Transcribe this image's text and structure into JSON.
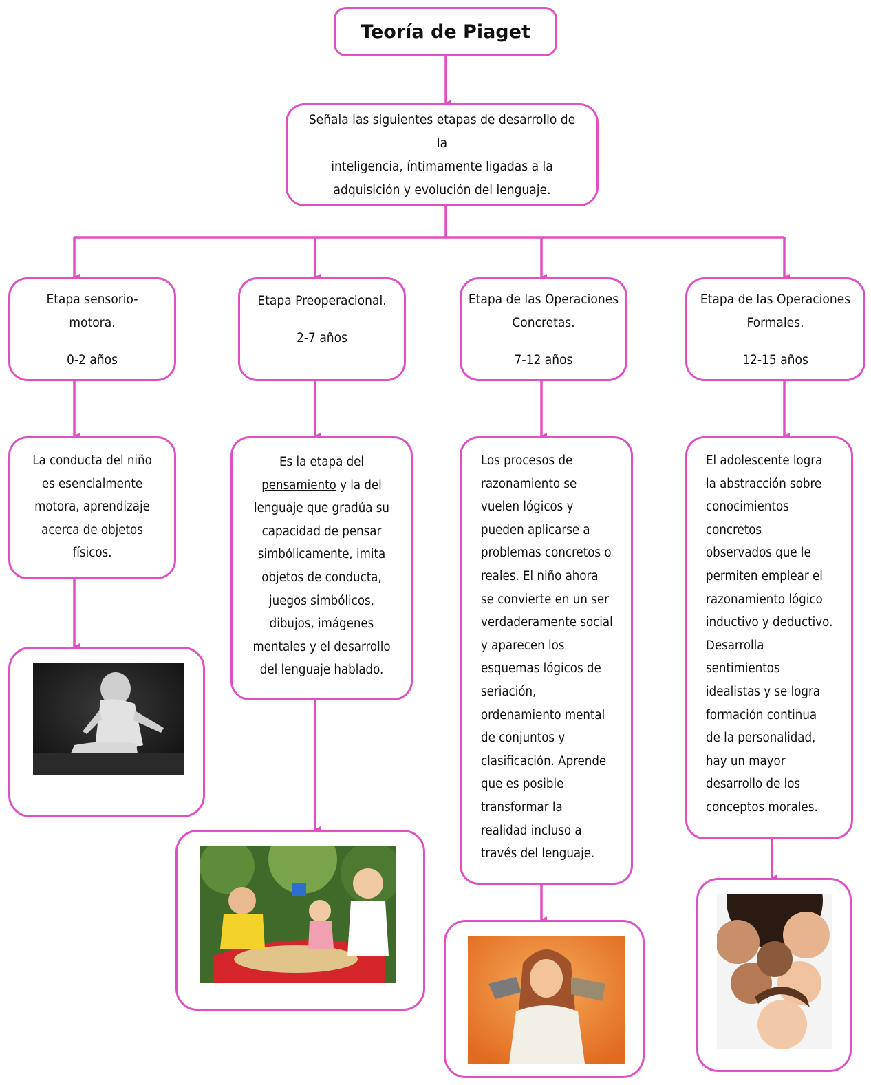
{
  "accent_color": "#e04fc4",
  "title": "Teoría de Piaget",
  "intro_lines": [
    "Señala las siguientes etapas de desarrollo de la",
    "inteligencia, íntimamente ligadas a la",
    "adquisición y evolución del lenguaje."
  ],
  "stages": [
    {
      "name_lines": [
        "Etapa sensorio-",
        "motora."
      ],
      "age": "0-2 años",
      "desc_lines": [
        "La conducta del niño",
        "es esencialmente",
        "motora, aprendizaje",
        "acerca de objetos",
        "físicos."
      ],
      "photo": "baby-sitting-photo"
    },
    {
      "name_lines": [
        "Etapa Preoperacional."
      ],
      "age": "2-7 años",
      "desc_lines": [
        "Es la etapa del",
        "pensamiento y la del",
        "lenguaje que gradúa su",
        "capacidad de pensar",
        "simbólicamente, imita",
        "objetos de conducta,",
        "juegos simbólicos,",
        "dibujos, imágenes",
        "mentales y el desarrollo",
        "del lenguaje hablado."
      ],
      "desc_underlined": [
        "pensamiento",
        "lenguaje"
      ],
      "photo": "children-playing-sandbox-photo"
    },
    {
      "name_lines": [
        "Etapa de las Operaciones",
        "Concretas."
      ],
      "age": "7-12 años",
      "desc_lines": [
        "Los procesos de",
        "razonamiento se",
        "vuelen lógicos y",
        "pueden aplicarse a",
        "problemas concretos o",
        "reales. El niño ahora",
        "se convierte en un ser",
        "verdaderamente social",
        "y aparecen los",
        "esquemas lógicos de",
        "seriación,",
        "ordenamiento mental",
        "de conjuntos y",
        "clasificación. Aprende",
        "que es posible",
        "transformar la",
        "realidad incluso a",
        "través del lenguaje."
      ],
      "photo": "girl-with-toy-animals-photo"
    },
    {
      "name_lines": [
        "Etapa de las Operaciones",
        "Formales."
      ],
      "age": "12-15 años",
      "desc_lines": [
        "El adolescente logra",
        "la abstracción sobre",
        "conocimientos",
        "concretos",
        "observados que le",
        "permiten emplear el",
        "razonamiento lógico",
        "inductivo y deductivo.",
        "Desarrolla",
        "sentimientos",
        "idealistas y se logra",
        "formación continua",
        "de la personalidad,",
        "hay un mayor",
        "desarrollo de los",
        "conceptos morales."
      ],
      "photo": "teenagers-group-photo"
    }
  ]
}
